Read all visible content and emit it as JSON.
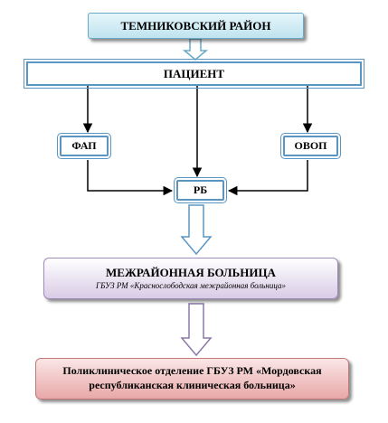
{
  "diagram": {
    "district": "ТЕМНИКОВСКИЙ РАЙОН",
    "patient": "ПАЦИЕНТ",
    "fap": "ФАП",
    "ovop": "ОВОП",
    "rb": "РБ",
    "interdistrict": {
      "title": "МЕЖРАЙОННАЯ БОЛЬНИЦА",
      "subtitle": "ГБУЗ РМ «Краснослободская межрайонная больница»"
    },
    "final": "Поликлиническое отделение ГБУЗ РМ «Мордовская республиканская клиническая больница»"
  },
  "colors": {
    "top_fill": "#bfe3ef",
    "frame_blue": "#5b95c2",
    "inter_fill": "#d8cce6",
    "final_fill": "#e8a8a8",
    "arrow_fill": "#ffffff"
  }
}
